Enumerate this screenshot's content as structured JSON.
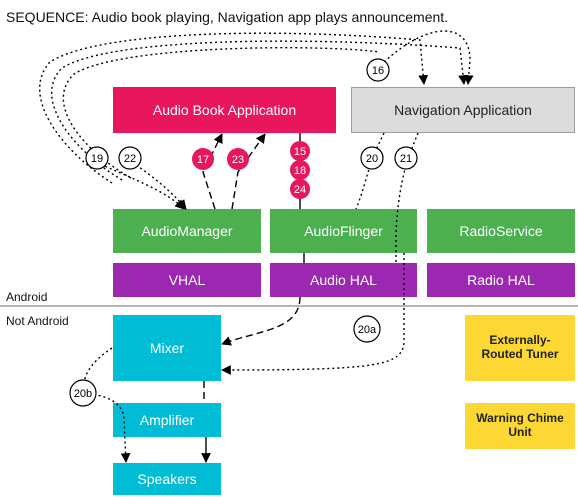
{
  "title": "SEQUENCE: Audio book playing, Navigation app plays announcement.",
  "sections": {
    "android": "Android",
    "not_android": "Not Android"
  },
  "boxes": {
    "audio_book_app": "Audio Book Application",
    "navigation_app": "Navigation Application",
    "audio_manager": "AudioManager",
    "audio_flinger": "AudioFlinger",
    "radio_service": "RadioService",
    "vhal": "VHAL",
    "audio_hal": "Audio HAL",
    "radio_hal": "Radio HAL",
    "mixer": "Mixer",
    "amplifier": "Amplifier",
    "speakers": "Speakers",
    "external_tuner": "Externally-Routed Tuner",
    "warning_chime": "Warning Chime Unit"
  },
  "steps": {
    "s15": "15",
    "s16": "16",
    "s17": "17",
    "s18": "18",
    "s19": "19",
    "s20": "20",
    "s20a": "20a",
    "s20b": "20b",
    "s21": "21",
    "s22": "22",
    "s23": "23",
    "s24": "24"
  },
  "colors": {
    "pink": "#e8175d",
    "gray": "#dcdcdc",
    "green": "#4caf50",
    "purple": "#9c27b0",
    "cyan": "#00bcd4",
    "yellow": "#fdd835"
  }
}
